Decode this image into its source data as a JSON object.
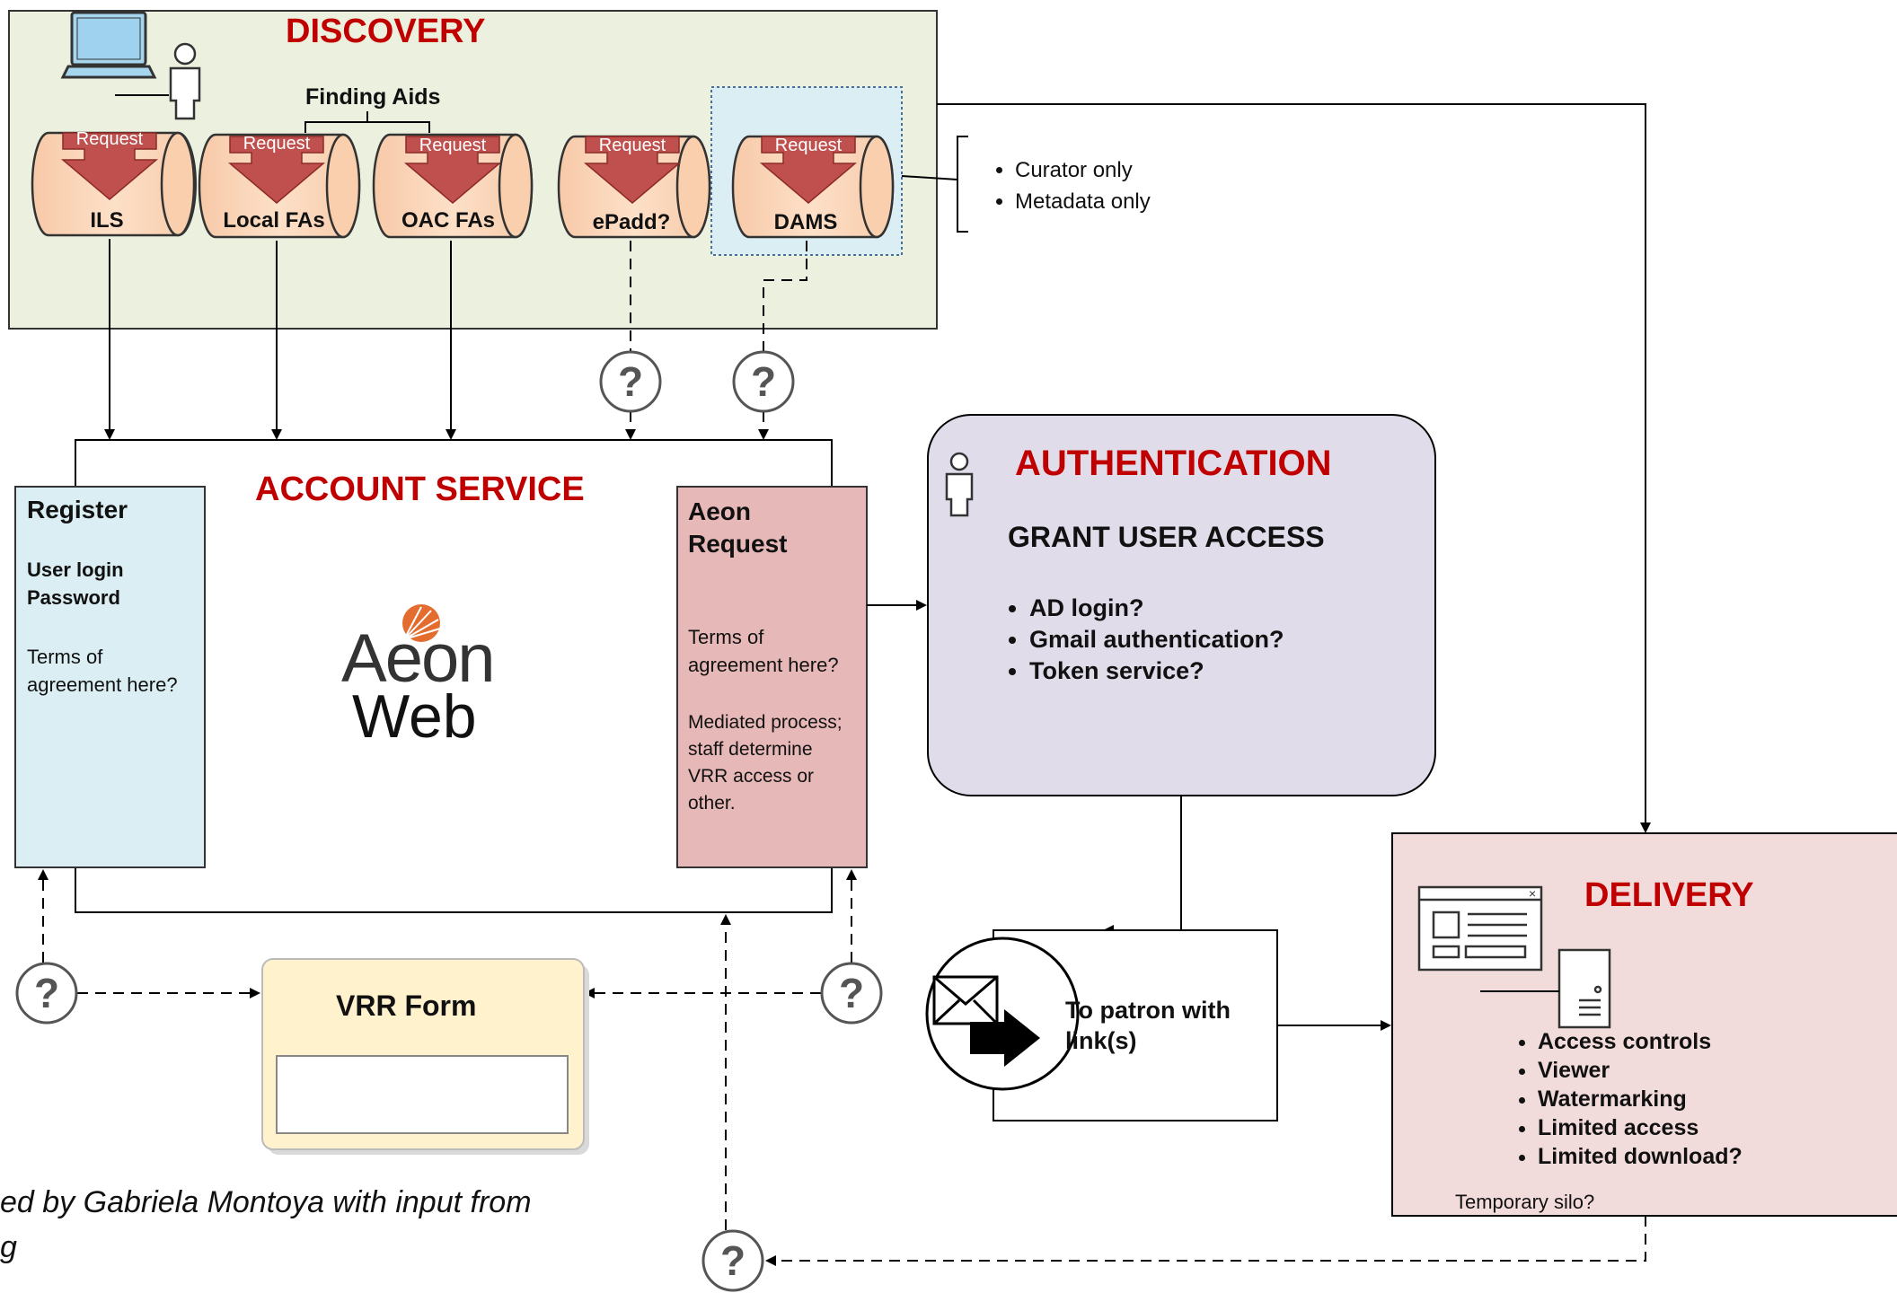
{
  "sections": {
    "discovery": "DISCOVERY",
    "account_service": "ACCOUNT SERVICE",
    "authentication": "AUTHENTICATION",
    "delivery": "DELIVERY"
  },
  "discovery": {
    "finding_aids": "Finding Aids",
    "sources": [
      {
        "label": "ILS",
        "request": "Request"
      },
      {
        "label": "Local FAs",
        "request": "Request"
      },
      {
        "label": "OAC FAs",
        "request": "Request"
      },
      {
        "label": "ePadd?",
        "request": "Request"
      },
      {
        "label": "DAMS",
        "request": "Request"
      }
    ],
    "dams_notes": [
      "Curator only",
      "Metadata only"
    ]
  },
  "register": {
    "title": "Register",
    "line1": "User login",
    "line2": "Password",
    "terms": "Terms of agreement here?"
  },
  "aeon_logo": {
    "line1": "Aeon",
    "line2": "Web"
  },
  "aeon_request": {
    "title": "Aeon Request",
    "terms": "Terms of agreement here?",
    "mediated": "Mediated process; staff determine VRR access or other."
  },
  "authentication": {
    "subtitle": "GRANT USER ACCESS",
    "items": [
      "AD login?",
      "Gmail authentication?",
      "Token service?"
    ]
  },
  "notify": {
    "text": "To patron with link(s)"
  },
  "delivery": {
    "items": [
      "Access controls",
      "Viewer",
      "Watermarking",
      "Limited access",
      "Limited download?"
    ],
    "silo": "Temporary silo?"
  },
  "vrr_form": {
    "title": "VRR Form"
  },
  "question_mark": "?",
  "credit": {
    "line1": "ed by Gabriela Montoya with input from",
    "line2": "g"
  },
  "colors": {
    "discovery_bg": "#ebf1de",
    "register_bg": "#daeef3",
    "aeon_request_bg": "#e6b8b7",
    "authentication_bg": "#e0dcea",
    "delivery_bg": "#f2dcdb",
    "vrr_bg": "#fff2cc",
    "section_title": "#c00000"
  }
}
